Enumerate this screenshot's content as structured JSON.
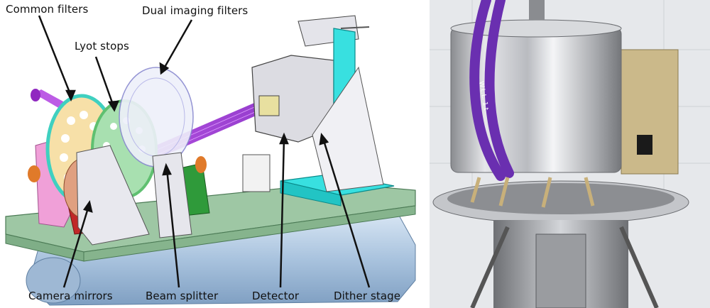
{
  "labels": {
    "common_filters": "Common filters",
    "dual_imaging_filters": "Dual imaging filters",
    "lyot_stops": "Lyot stops",
    "camera_mirrors": "Camera mirrors",
    "beam_splitter": "Beam splitter",
    "detector": "Detector",
    "dither_stage": "Dither stage"
  },
  "colors": {
    "common_filter_wheel": "#3fd0c0",
    "lyot_wheel": "#5fc070",
    "dual_filter_wheel": "#b8b8e8",
    "beam": "#9b30d8",
    "dither_stage": "#38e0e0",
    "bench": "#9ec7a4",
    "cryostat_tank": "#b9cfe6",
    "pink_mount": "#f0a0d8",
    "red_mount": "#c02828",
    "green_mount": "#2f9a3a",
    "sling": "#6a2fb0"
  },
  "photo": {
    "sling_text": "W.L.L. 1 t"
  }
}
